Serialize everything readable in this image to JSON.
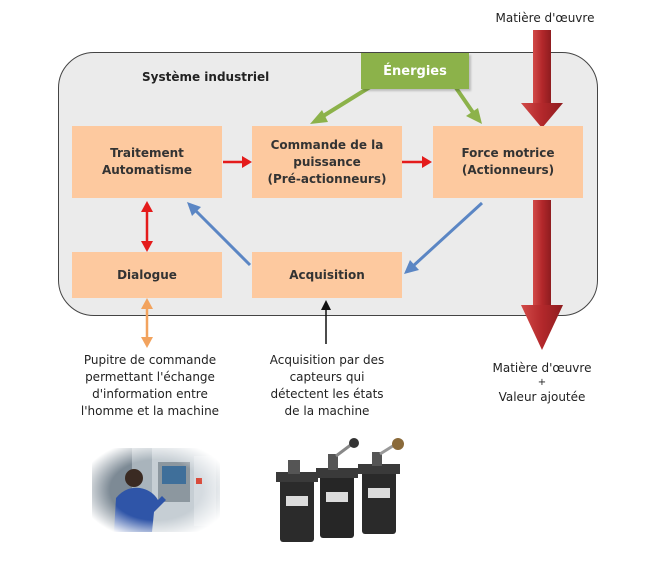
{
  "diagram": {
    "system_title": "Système industriel",
    "energies": "Énergies",
    "blocks": {
      "traitement": [
        "Traitement",
        "Automatisme"
      ],
      "commande": [
        "Commande de la",
        "puissance",
        "(Pré-actionneurs)"
      ],
      "force": [
        "Force motrice",
        "(Actionneurs)"
      ],
      "dialogue": "Dialogue",
      "acquisition": "Acquisition"
    },
    "external": {
      "matiere_in": "Matière d'œuvre",
      "matiere_out": [
        "Matière d'œuvre",
        "+",
        "Valeur ajoutée"
      ],
      "pupitre": [
        "Pupitre de commande",
        "permettant l'échange",
        "d'information entre",
        "l'homme et la machine"
      ],
      "capteurs": [
        "Acquisition par des",
        "capteurs qui",
        "détectent les états",
        "de la machine"
      ]
    },
    "images": {
      "operator_photo": "operator-at-control-panel",
      "sensors_photo": "limit-switch-sensors"
    },
    "colors": {
      "block_fill": "#fdc99f",
      "energy_fill": "#8cb24a",
      "red_arrow": "#e41b1b",
      "blue_arrow": "#5b86c4",
      "green_arrow": "#8cb24a",
      "orange_arrow": "#f2a35e",
      "matiere_arrow": "#b3282b"
    }
  }
}
